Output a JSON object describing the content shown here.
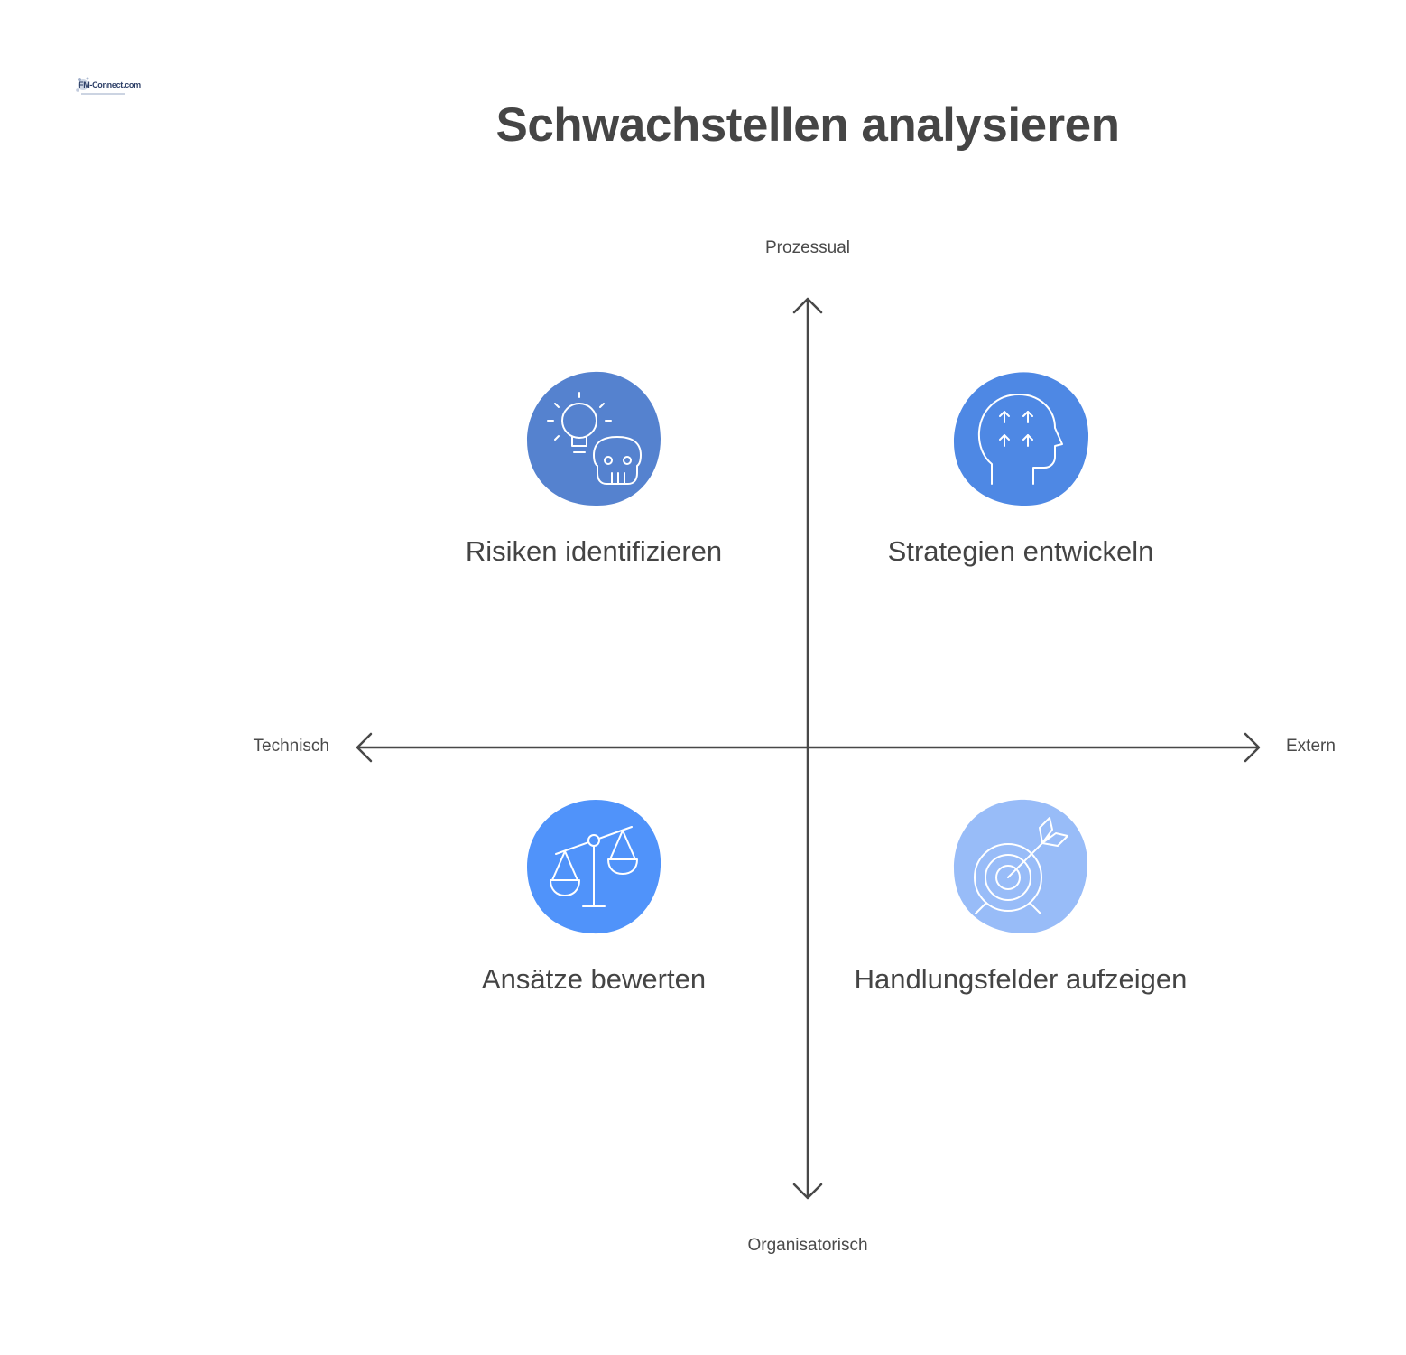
{
  "logo": {
    "text": "FM-Connect.com"
  },
  "title": "Schwachstellen analysieren",
  "axes": {
    "top": "Prozessual",
    "bottom": "Organisatorisch",
    "left": "Technisch",
    "right": "Extern"
  },
  "quadrants": [
    {
      "label": "Risiken identifizieren",
      "icon": "lightbulb-skull-icon",
      "color": "#5582CF"
    },
    {
      "label": "Strategien entwickeln",
      "icon": "head-arrows-icon",
      "color": "#4E88E4"
    },
    {
      "label": "Ansätze bewerten",
      "icon": "scales-icon",
      "color": "#5093FA"
    },
    {
      "label": "Handlungsfelder aufzeigen",
      "icon": "target-arrow-icon",
      "color": "#98BCF8"
    }
  ],
  "colors": {
    "axis": "#484848",
    "icon_stroke": "#ffffff"
  }
}
